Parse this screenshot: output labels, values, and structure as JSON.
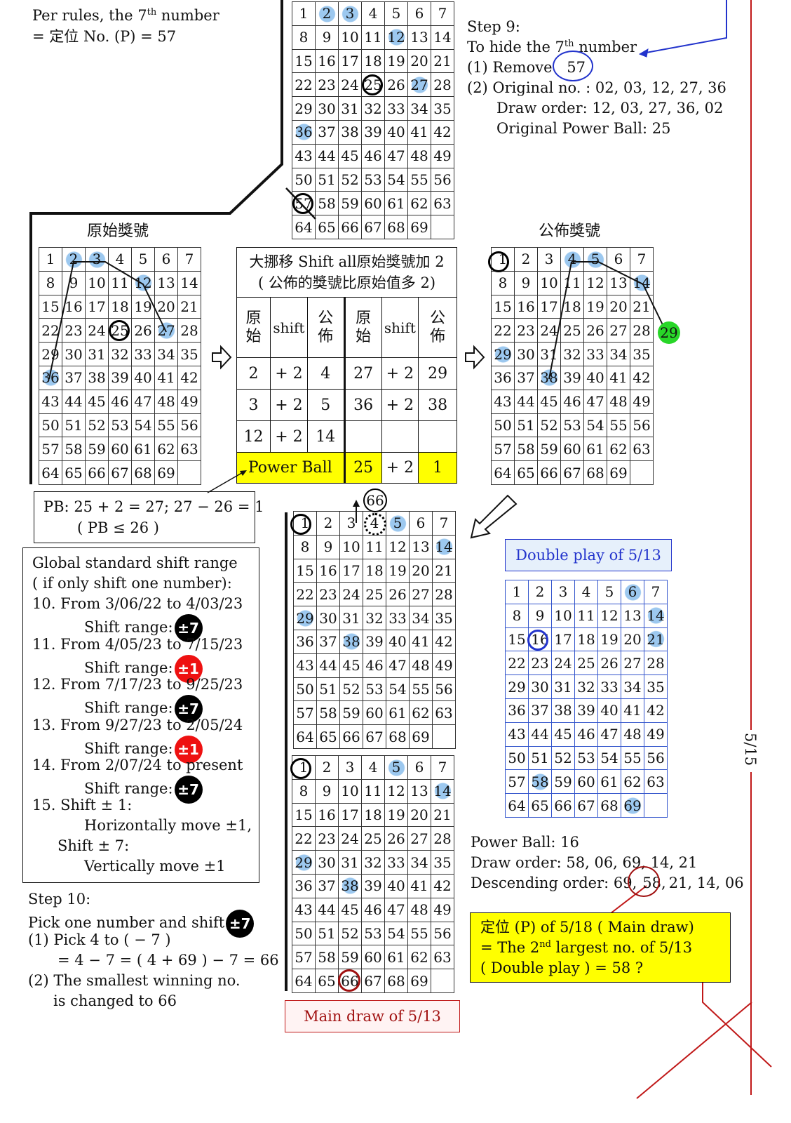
{
  "colors": {
    "highlight": "#9cc8ef",
    "green": "#28d628",
    "yellow": "#ffff00",
    "blue": "#2233cc",
    "red": "#c01818",
    "dark_red": "#a01010"
  },
  "top_left_note": {
    "line1_a": "Per rules, the 7",
    "line1_sup": "th",
    "line1_b": " number",
    "line2": "= 定位 No. (P) = 57"
  },
  "step9": {
    "title": "Step 9:",
    "line1_a": "To hide the 7",
    "line1_sup": "th",
    "line1_b": " number",
    "line2_a": "(1) Remove",
    "line2_b": "57",
    "line3": "(2) Original no. :  02, 03, 12, 27, 36",
    "line4": "Draw order:  12, 03, 27, 36, 02",
    "line5": "Original Power Ball:  25"
  },
  "titles": {
    "original": "原始獎號",
    "published": "公佈獎號"
  },
  "shift_table": {
    "header1": "大挪移 Shift all原始獎號加 2",
    "header2": "( 公佈的獎號比原始值多 2)",
    "col_orig": "原始",
    "col_shift": "shift",
    "col_pub": "公佈",
    "rows": [
      [
        "2",
        "+ 2",
        "4",
        "27",
        "+ 2",
        "29"
      ],
      [
        "3",
        "+ 2",
        "5",
        "36",
        "+ 2",
        "38"
      ],
      [
        "12",
        "+ 2",
        "14",
        "",
        "",
        ""
      ]
    ],
    "pb_label": "Power Ball",
    "pb_orig": "25",
    "pb_shift": "+ 2",
    "pb_pub": "1"
  },
  "pb_note": {
    "line1": "PB:  25 + 2 = 27; 27 − 26 = 1",
    "line2": "( PB ≤ 26 )"
  },
  "global": {
    "l1": "Global standard shift range",
    "l2": "( if only shift one number):",
    "items": [
      {
        "range": "10. From 3/06/22 to 4/03/23",
        "label": "Shift range:",
        "badge": "±7",
        "badge_color": "black"
      },
      {
        "range": "11. From 4/05/23 to 7/15/23",
        "label": "Shift range:",
        "badge": "±1",
        "badge_color": "red"
      },
      {
        "range": "12. From 7/17/23 to 9/25/23",
        "label": "Shift range:",
        "badge": "±7",
        "badge_color": "black"
      },
      {
        "range": "13. From 9/27/23 to 2/05/24",
        "label": "Shift range:",
        "badge": "±1",
        "badge_color": "red"
      },
      {
        "range": "14. From 2/07/24 to present",
        "label": "Shift range:",
        "badge": "±7",
        "badge_color": "black"
      }
    ],
    "l15a": "15. Shift ± 1:",
    "l15b": "Horizontally move ±1,",
    "l15c": "Shift ± 7:",
    "l15d": "Vertically move ±1"
  },
  "step10": {
    "title": "Step 10:",
    "line1": "Pick one number and shift",
    "badge": "±7",
    "line2": "(1) Pick 4 to ( − 7 )",
    "line3": "= 4 − 7 = ( 4 + 69 ) − 7 = 66",
    "line4": "(2) The smallest winning no.",
    "line5": "is changed to 66"
  },
  "circle66": "66",
  "double_play_label": "Double play of 5/13",
  "main_draw_label": "Main draw of 5/13",
  "info": {
    "pb": "Power Ball:  16",
    "draw": "Draw order:  58, 06, 69, 14, 21",
    "desc_a": "Descending order:  69,",
    "desc_b": "58,",
    "desc_c": "21, 14, 06"
  },
  "yellow_note": {
    "l1": "定位 (P) of 5/18 ( Main draw)",
    "l2_a": "= The 2",
    "l2_sup": "nd",
    "l2_b": " largest no. of 5/13",
    "l3": "( Double play ) = 58 ?"
  },
  "side_label": "5/15"
}
